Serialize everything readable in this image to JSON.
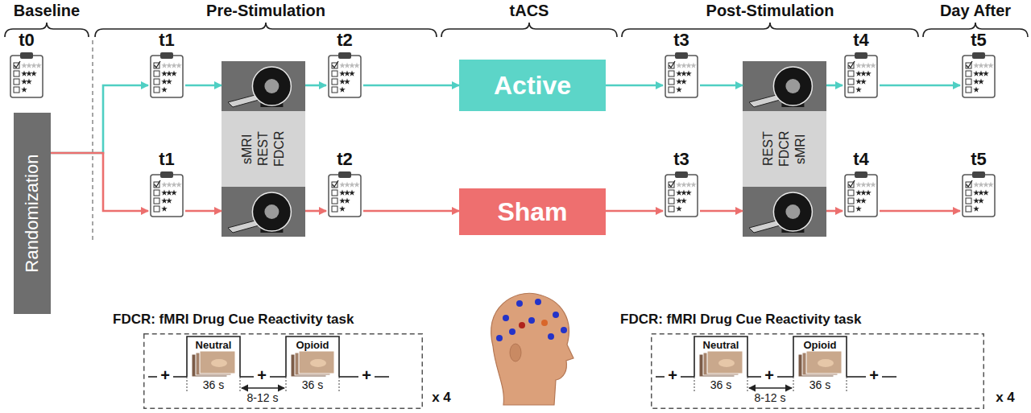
{
  "diagram": {
    "nodes": [
      {
        "text": [
          "t0"
        ]
      },
      {
        "text": [
          "Randomization"
        ]
      },
      {
        "text": [
          "t1"
        ]
      },
      {
        "text": [
          "sMRI REST FDCR"
        ]
      },
      {
        "text": [
          "t2"
        ]
      },
      {
        "text": [
          "Active"
        ]
      },
      {
        "text": [
          "t3"
        ]
      },
      {
        "text": [
          "REST FDCR sMRI"
        ]
      },
      {
        "text": [
          "t4"
        ]
      },
      {
        "text": [
          "t5"
        ]
      },
      {
        "text": [
          "t1"
        ]
      },
      {
        "text": [
          "t2"
        ]
      },
      {
        "text": [
          "Sham"
        ]
      },
      {
        "text": [
          "t3"
        ]
      },
      {
        "text": [
          "t4"
        ]
      },
      {
        "text": [
          "t5"
        ]
      },
      {
        "text": [
          "FDCR: fMRI Drug Cue Reactivity task"
        ]
      },
      {
        "text": [
          "Neutral"
        ],
        "in": 16
      },
      {
        "text": [
          "Opioid"
        ],
        "in": 16
      },
      {
        "text": [
          "FDCR: fMRI Drug Cue Reactivity task"
        ]
      },
      {
        "text": [
          "Neutral"
        ],
        "in": 19
      },
      {
        "text": [
          "Opioid"
        ],
        "in": 19
      }
    ],
    "edges": [
      {
        "from": 1,
        "to": 2,
        "arrow": "to"
      },
      {
        "from": 2,
        "to": 3,
        "arrow": "to"
      },
      {
        "from": 3,
        "to": 4,
        "arrow": "to"
      },
      {
        "from": 4,
        "to": 5,
        "arrow": "to"
      },
      {
        "from": 5,
        "to": 6,
        "arrow": "to"
      },
      {
        "from": 6,
        "to": 7,
        "arrow": "to"
      },
      {
        "from": 7,
        "to": 8,
        "arrow": "to"
      },
      {
        "from": 8,
        "to": 9,
        "arrow": "to"
      },
      {
        "from": 1,
        "to": 10,
        "arrow": "to"
      },
      {
        "from": 10,
        "to": 3,
        "arrow": "to"
      },
      {
        "from": 3,
        "to": 11,
        "arrow": "to"
      },
      {
        "from": 11,
        "to": 12,
        "arrow": "to"
      },
      {
        "from": 12,
        "to": 13,
        "arrow": "to"
      },
      {
        "from": 13,
        "to": 7,
        "arrow": "to"
      },
      {
        "from": 7,
        "to": 14,
        "arrow": "to"
      },
      {
        "from": 14,
        "to": 15,
        "arrow": "to"
      }
    ],
    "labels": [
      "Baseline",
      "Pre-Stimulation",
      "tACS",
      "Post-Stimulation",
      "Day After",
      "+",
      "+",
      "+",
      "36 s",
      "36 s",
      "8-12 s",
      "x 4",
      "+",
      "+",
      "+",
      "36 s",
      "36 s",
      "8-12 s",
      "x 4"
    ]
  }
}
